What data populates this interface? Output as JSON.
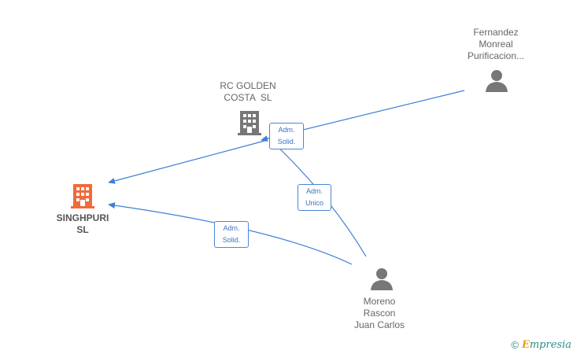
{
  "nodes": {
    "singhpuri": {
      "lines": [
        "SINGHPURI",
        "SL"
      ],
      "kind": "company",
      "color": "#f06a3a"
    },
    "rc_golden": {
      "lines": [
        "RC GOLDEN",
        "COSTA  SL"
      ],
      "kind": "company",
      "color": "#777777"
    },
    "fernandez": {
      "lines": [
        "Fernandez",
        "Monreal",
        "Purificacion..."
      ],
      "kind": "person",
      "color": "#777777"
    },
    "moreno": {
      "lines": [
        "Moreno",
        "Rascon",
        "Juan Carlos"
      ],
      "kind": "person",
      "color": "#777777"
    }
  },
  "edges": [
    {
      "from": "rc_golden",
      "to": "singhpuri",
      "label": [
        "",
        ""
      ]
    },
    {
      "from": "fernandez",
      "to": "rc_golden",
      "label": [
        "Adm.",
        "Solid."
      ]
    },
    {
      "from": "moreno",
      "to": "rc_golden",
      "label": [
        "Adm.",
        "Unico"
      ]
    },
    {
      "from": "moreno",
      "to": "singhpuri",
      "label": [
        "Adm.",
        "Solid."
      ]
    }
  ],
  "colors": {
    "edge": "#3f80d6"
  },
  "footer": {
    "copyright_symbol": "©",
    "brand_first": "E",
    "brand_rest": "mpresia"
  }
}
